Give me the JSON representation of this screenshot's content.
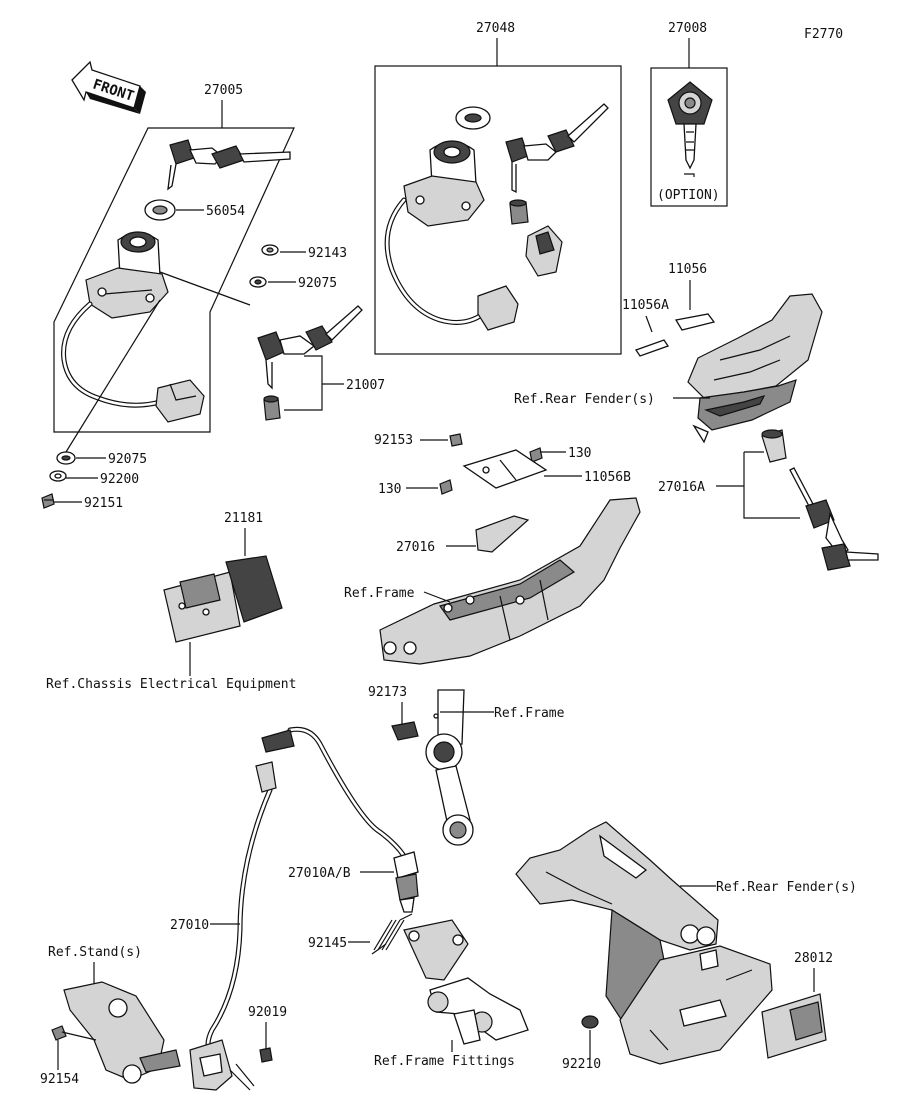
{
  "figure_code": "F2770",
  "front_label": "FRONT",
  "labels": {
    "p27005": "27005",
    "p56054": "56054",
    "p92143": "92143",
    "p92075a": "92075",
    "p21007": "21007",
    "p92075b": "92075",
    "p92200": "92200",
    "p92151": "92151",
    "p27048": "27048",
    "p27008": "27008",
    "option": "(OPTION)",
    "p11056": "11056",
    "p11056a": "11056A",
    "ref_rear_fender_1": "Ref.Rear Fender(s)",
    "p92153": "92153",
    "p130a": "130",
    "p130b": "130",
    "p11056b": "11056B",
    "p27016a": "27016A",
    "p27016": "27016",
    "ref_frame_1": "Ref.Frame",
    "p21181": "21181",
    "ref_chassis": "Ref.Chassis Electrical Equipment",
    "p92173": "92173",
    "ref_frame_2": "Ref.Frame",
    "p27010ab": "27010A/B",
    "p27010": "27010",
    "p92145": "92145",
    "ref_stand": "Ref.Stand(s)",
    "p92019": "92019",
    "p92154": "92154",
    "ref_frame_fittings": "Ref.Frame Fittings",
    "ref_rear_fender_2": "Ref.Rear Fender(s)",
    "p28012": "28012",
    "p92210": "92210"
  }
}
